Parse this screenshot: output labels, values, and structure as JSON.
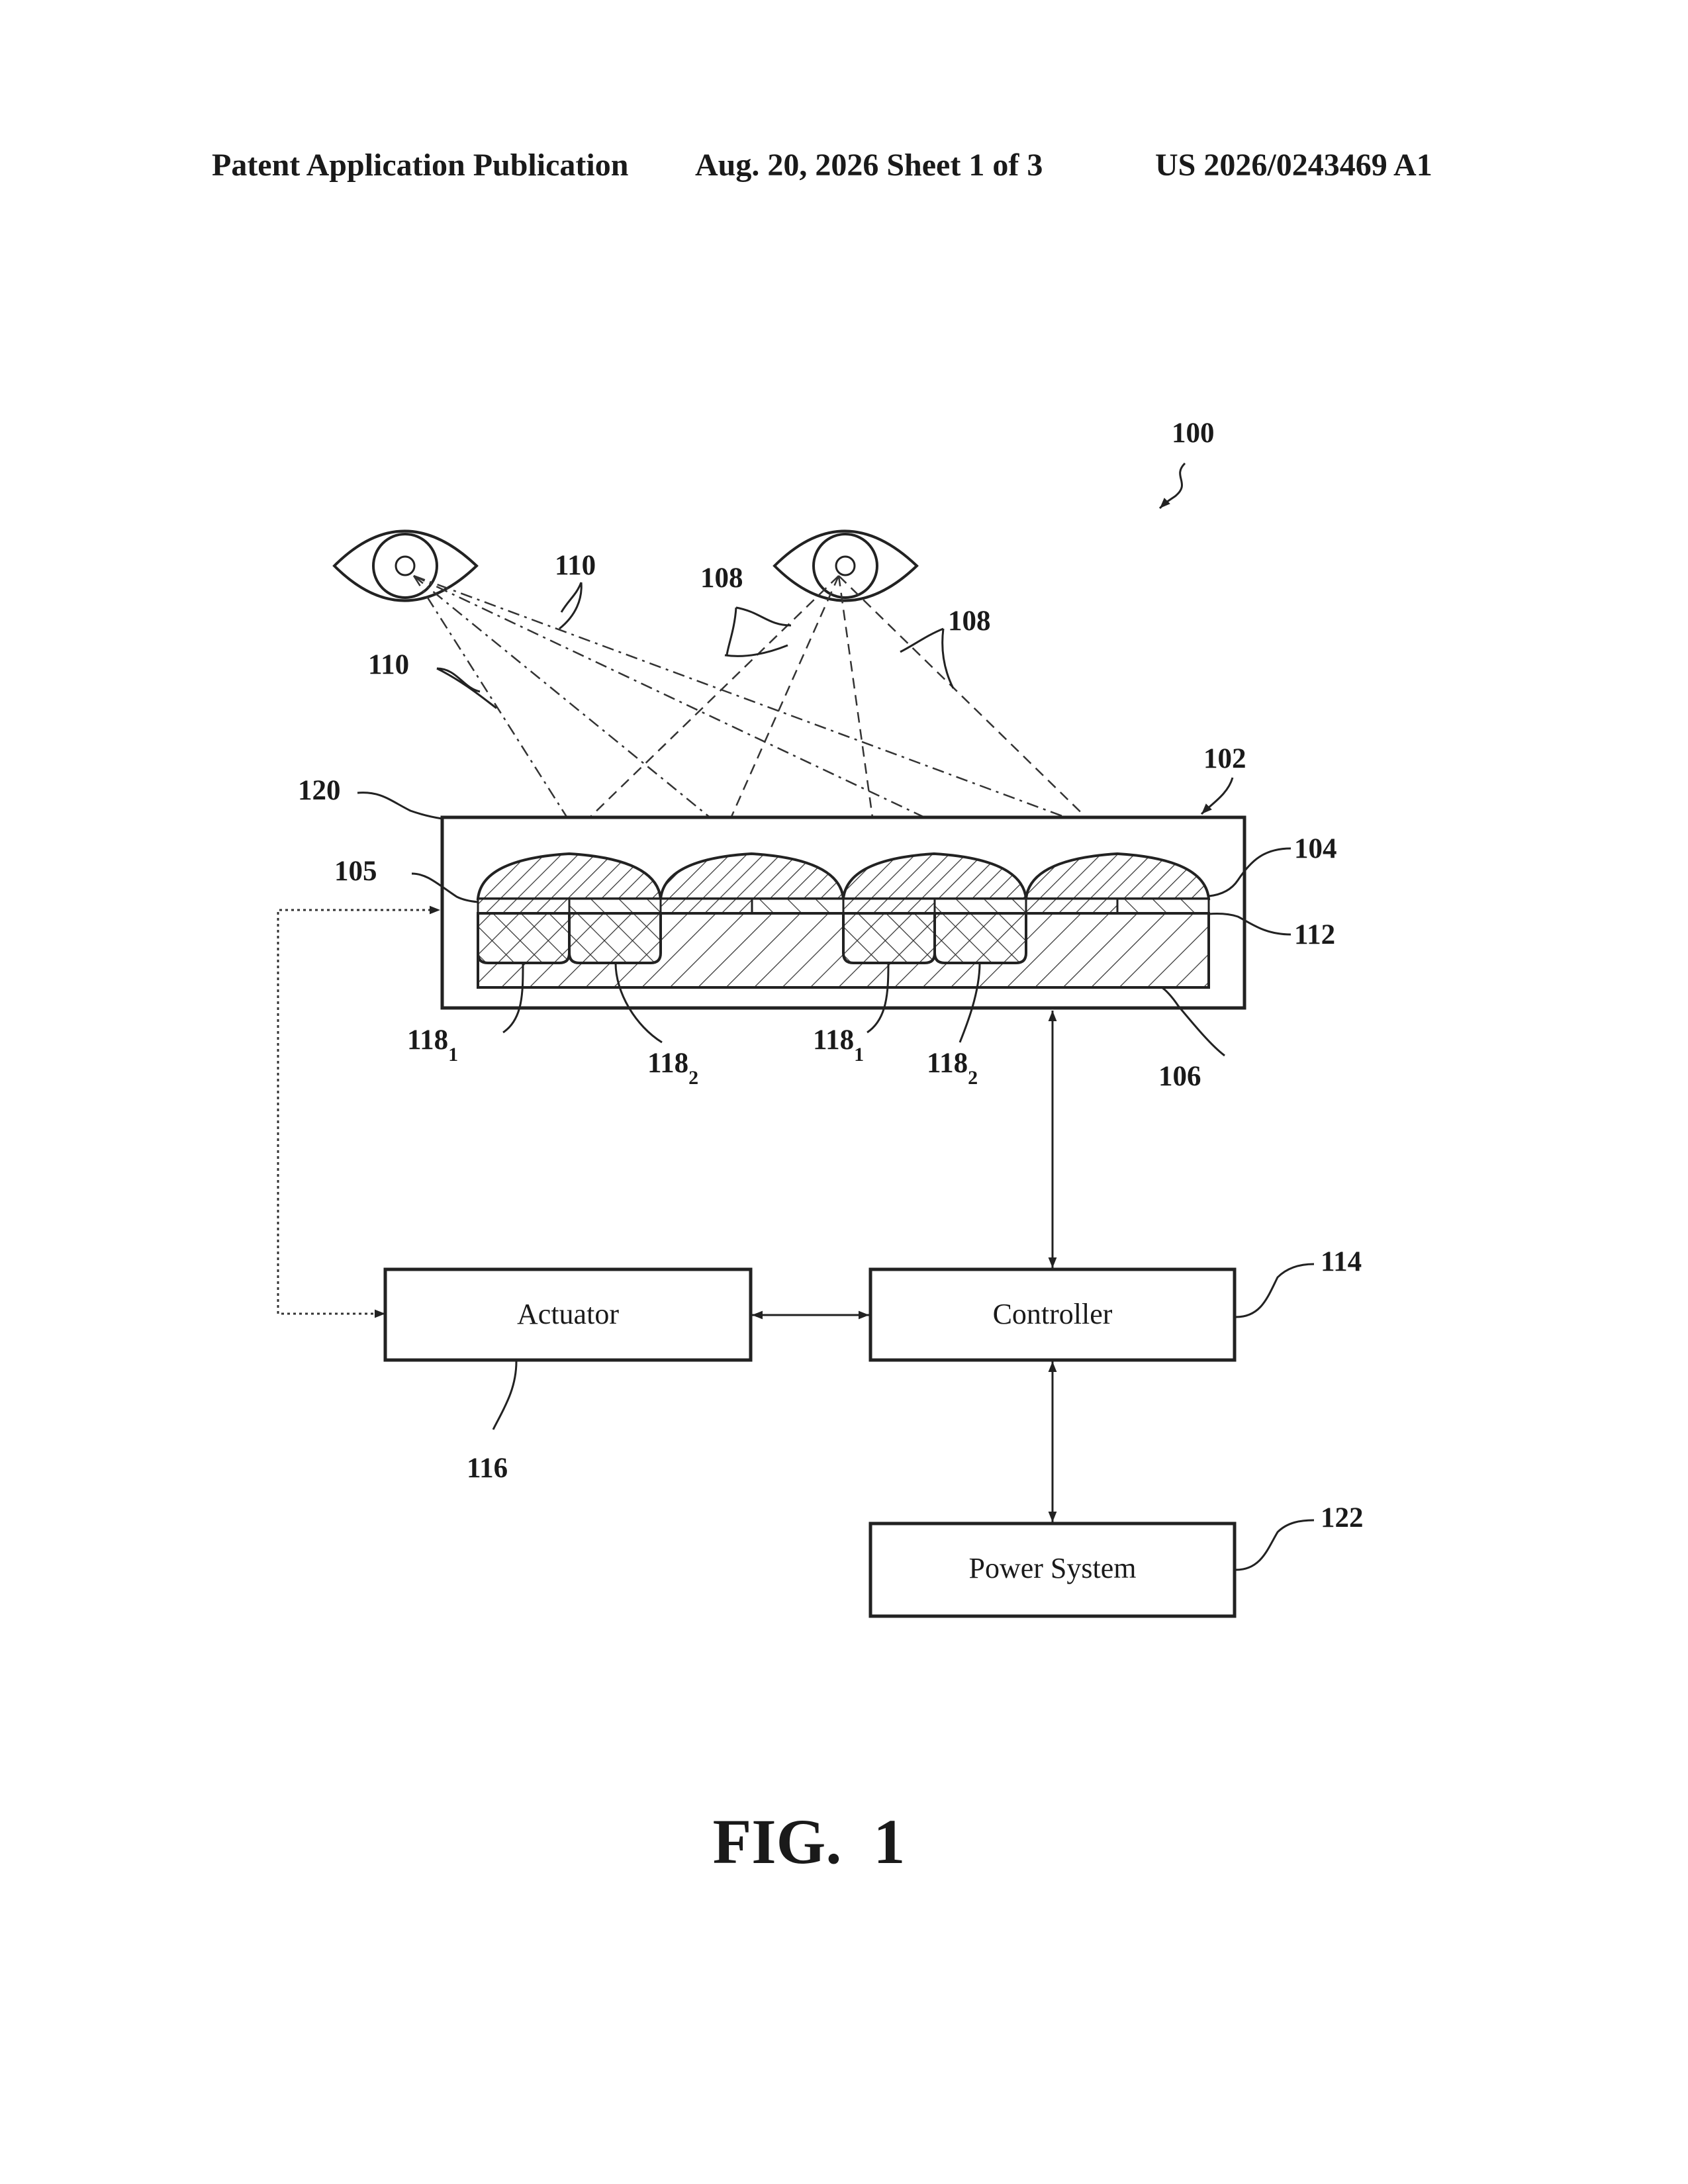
{
  "header": {
    "left": "Patent Application Publication",
    "middle": "Aug. 20, 2026  Sheet 1 of 3",
    "right": "US 2026/0243469 A1"
  },
  "figure": {
    "caption": "FIG.  1",
    "system_ref": "100",
    "boxes": {
      "actuator": "Actuator",
      "controller": "Controller",
      "power": "Power System"
    },
    "refs": {
      "r102": "102",
      "r104": "104",
      "r105": "105",
      "r106": "106",
      "r108a": "108",
      "r108b": "108",
      "r110a": "110",
      "r110b": "110",
      "r112": "112",
      "r114": "114",
      "r116": "116",
      "r120": "120",
      "r122": "122",
      "r118": "118",
      "sub1": "1",
      "sub2": "2"
    }
  }
}
